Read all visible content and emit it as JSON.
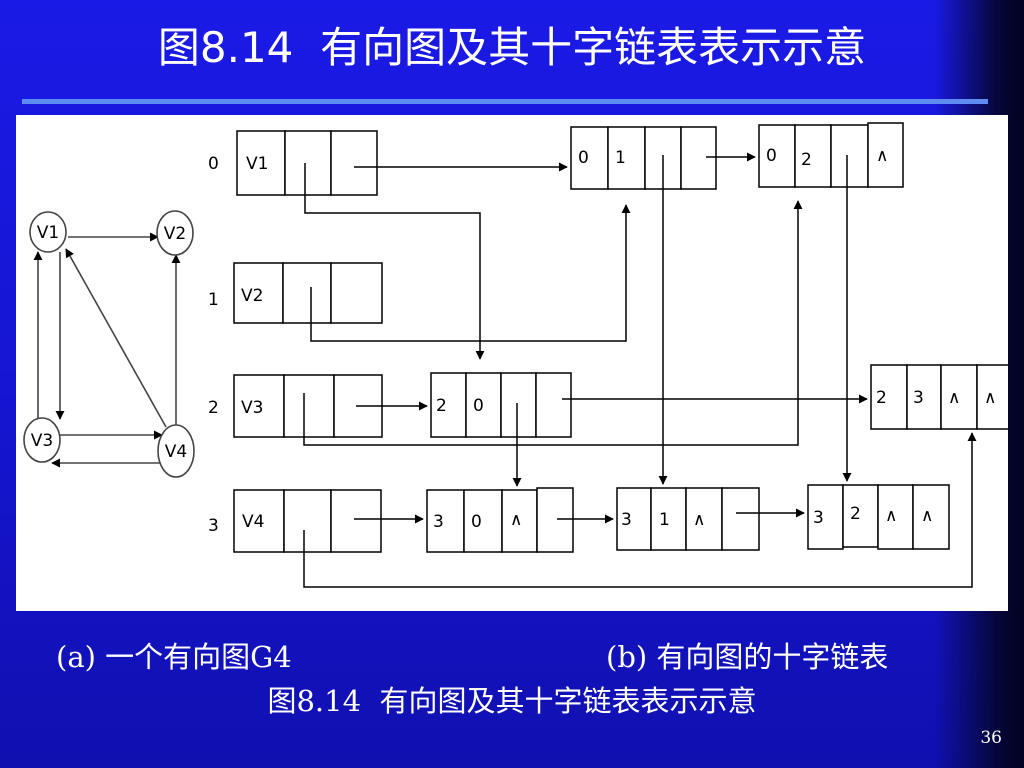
{
  "slide": {
    "title": "图8.14  有向图及其十字链表表示示意",
    "caption_a": "(a) 一个有向图G4",
    "caption_b": "(b) 有向图的十字链表",
    "caption_title": "图8.14  有向图及其十字链表表示示意",
    "page_number": "36"
  },
  "graph": {
    "vertices": [
      {
        "id": "v1",
        "label": "V1"
      },
      {
        "id": "v2",
        "label": "V2"
      },
      {
        "id": "v3",
        "label": "V3"
      },
      {
        "id": "v4",
        "label": "V4"
      }
    ],
    "edges": [
      {
        "from": "V1",
        "to": "V2"
      },
      {
        "from": "V1",
        "to": "V3"
      },
      {
        "from": "V3",
        "to": "V1"
      },
      {
        "from": "V3",
        "to": "V4"
      },
      {
        "from": "V4",
        "to": "V3"
      },
      {
        "from": "V4",
        "to": "V1"
      },
      {
        "from": "V4",
        "to": "V2"
      }
    ]
  },
  "orthogonal_list": {
    "head_nodes": [
      {
        "index": "0",
        "label": "V1"
      },
      {
        "index": "1",
        "label": "V2"
      },
      {
        "index": "2",
        "label": "V3"
      },
      {
        "index": "3",
        "label": "V4"
      }
    ],
    "arc_nodes": {
      "a01": [
        "0",
        "1"
      ],
      "a02": [
        "0",
        "2",
        "∧"
      ],
      "a20": [
        "2",
        "0"
      ],
      "a23": [
        "2",
        "3",
        "∧",
        "∧"
      ],
      "a30": [
        "3",
        "0",
        "∧"
      ],
      "a31": [
        "3",
        "1",
        "∧"
      ],
      "a32": [
        "3",
        "2",
        "∧",
        "∧"
      ]
    }
  }
}
